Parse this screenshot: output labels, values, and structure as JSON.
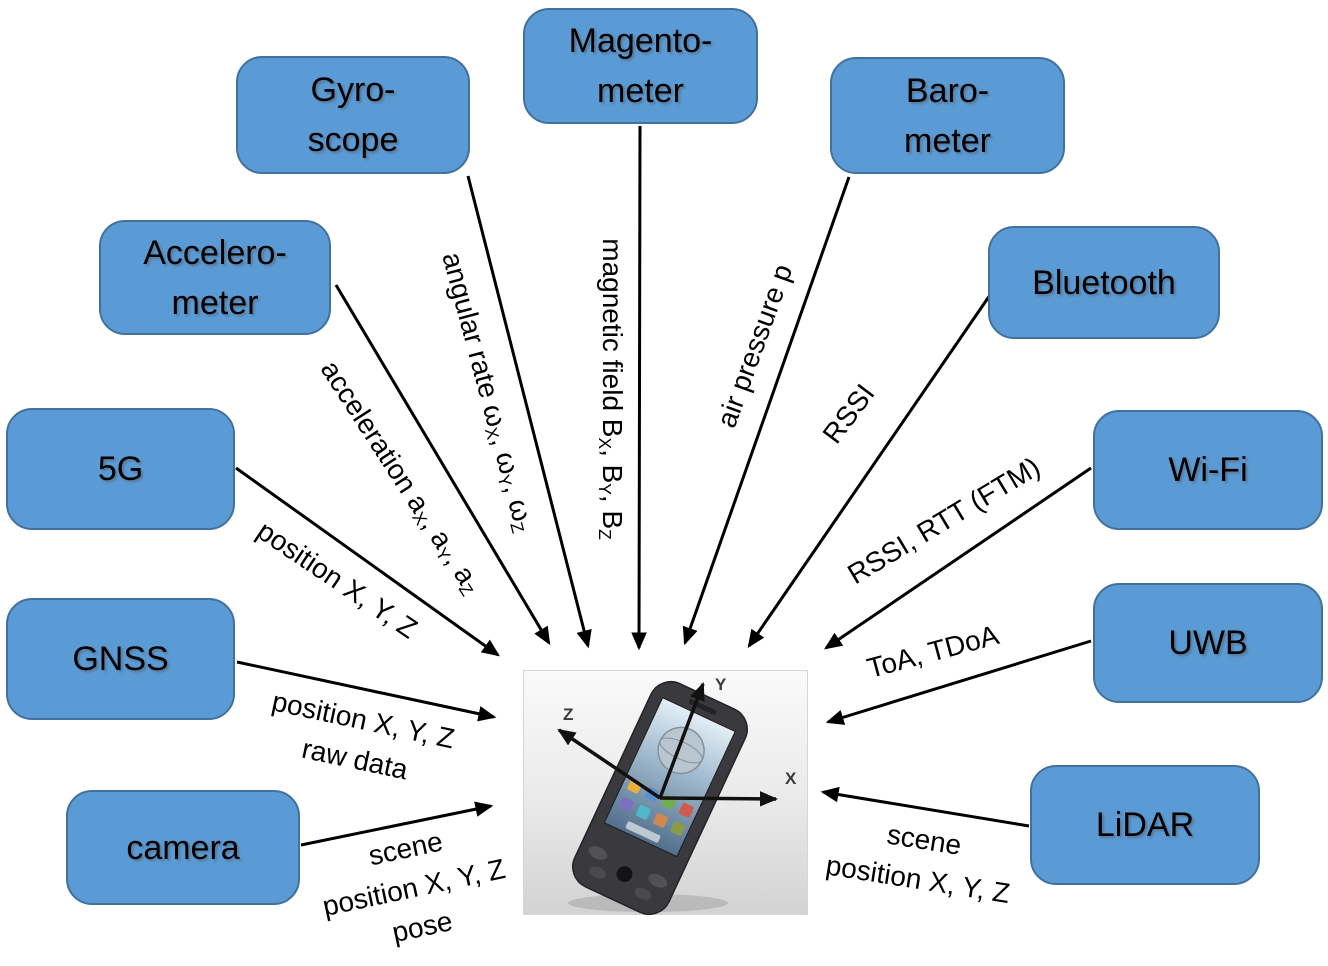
{
  "diagram": {
    "description": "Smartphone sensors diagram",
    "colors": {
      "node_fill": "#5b9bd5",
      "node_border": "#41719c",
      "arrow": "#000000",
      "label_text": "#000000"
    },
    "nodes": [
      {
        "id": "magnetometer",
        "lines": [
          "Magento-",
          "meter"
        ]
      },
      {
        "id": "gyroscope",
        "lines": [
          "Gyro-",
          "scope"
        ]
      },
      {
        "id": "barometer",
        "lines": [
          "Baro-",
          "meter"
        ]
      },
      {
        "id": "accelerometer",
        "lines": [
          "Accelero-",
          "meter"
        ]
      },
      {
        "id": "bluetooth",
        "lines": [
          "Bluetooth"
        ]
      },
      {
        "id": "five-g",
        "lines": [
          "5G"
        ]
      },
      {
        "id": "wifi",
        "lines": [
          "Wi-Fi"
        ]
      },
      {
        "id": "gnss",
        "lines": [
          "GNSS"
        ]
      },
      {
        "id": "uwb",
        "lines": [
          "UWB"
        ]
      },
      {
        "id": "camera",
        "lines": [
          "camera"
        ]
      },
      {
        "id": "lidar",
        "lines": [
          "LiDAR"
        ]
      }
    ],
    "edges": [
      {
        "id": "gyroscope",
        "label": "angular rate ω_X, ω_Y, ω_Z"
      },
      {
        "id": "magnetometer",
        "label": "magnetic field B_X, B_Y, B_Z"
      },
      {
        "id": "barometer",
        "label": "air pressure p"
      },
      {
        "id": "accelerometer",
        "label": "acceleration a_X, a_Y, a_Z"
      },
      {
        "id": "bluetooth",
        "label": "RSSI"
      },
      {
        "id": "five-g",
        "label": "position X, Y, Z"
      },
      {
        "id": "wifi",
        "label": "RSSI, RTT (FTM)"
      },
      {
        "id": "gnss",
        "label_lines": [
          "position X, Y, Z",
          "raw data"
        ]
      },
      {
        "id": "uwb",
        "label": "ToA, TDoA"
      },
      {
        "id": "camera",
        "label_lines": [
          "scene",
          "position X, Y, Z",
          "pose"
        ]
      },
      {
        "id": "lidar",
        "label_lines": [
          "scene",
          "position X, Y, Z"
        ]
      }
    ],
    "phone": {
      "axis_labels": {
        "x": "X",
        "y": "Y",
        "z": "Z"
      }
    }
  }
}
